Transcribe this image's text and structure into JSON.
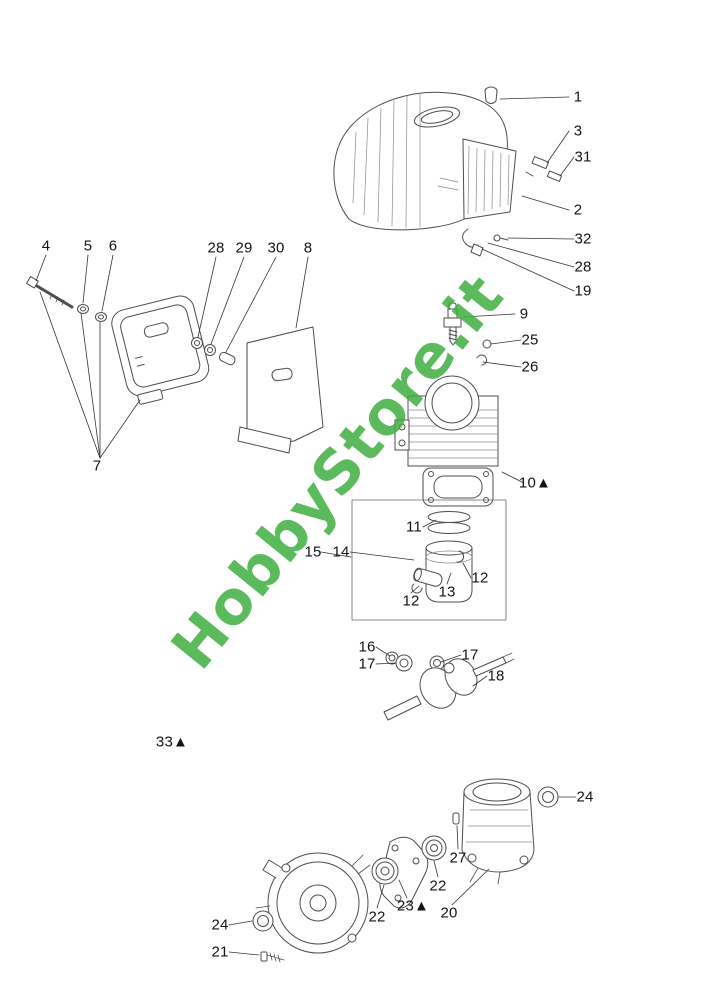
{
  "watermark": {
    "text": "HobbyStore.it",
    "color": "#3fae3f"
  },
  "callouts": [
    {
      "label": "1"
    },
    {
      "label": "3"
    },
    {
      "label": "31"
    },
    {
      "label": "2"
    },
    {
      "label": "32"
    },
    {
      "label": "28"
    },
    {
      "label": "19"
    },
    {
      "label": "4"
    },
    {
      "label": "5"
    },
    {
      "label": "6"
    },
    {
      "label": "28"
    },
    {
      "label": "29"
    },
    {
      "label": "30"
    },
    {
      "label": "8"
    },
    {
      "label": "9"
    },
    {
      "label": "25"
    },
    {
      "label": "26"
    },
    {
      "label": "7"
    },
    {
      "label": "10▲"
    },
    {
      "label": "11"
    },
    {
      "label": "15"
    },
    {
      "label": "14"
    },
    {
      "label": "12"
    },
    {
      "label": "13"
    },
    {
      "label": "12"
    },
    {
      "label": "16"
    },
    {
      "label": "17"
    },
    {
      "label": "17"
    },
    {
      "label": "18"
    },
    {
      "label": "33▲"
    },
    {
      "label": "24"
    },
    {
      "label": "27"
    },
    {
      "label": "22"
    },
    {
      "label": "23▲"
    },
    {
      "label": "22"
    },
    {
      "label": "20"
    },
    {
      "label": "24"
    },
    {
      "label": "21"
    }
  ]
}
